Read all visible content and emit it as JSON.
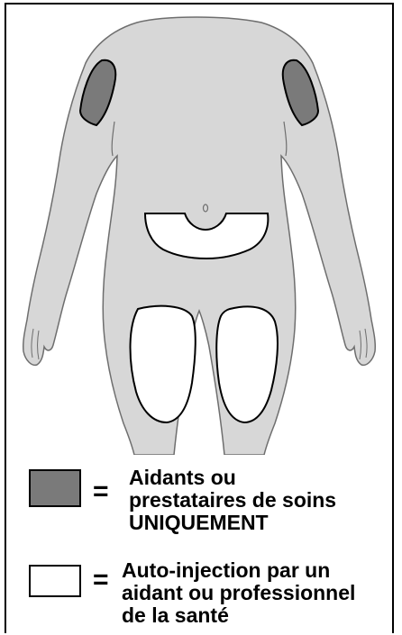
{
  "colors": {
    "body_fill": "#d7d7d7",
    "body_outline": "#6e6e6e",
    "caregiver_only_fill": "#7a7a7a",
    "self_injection_fill": "#ffffff",
    "outline": "#000000"
  },
  "figure": {
    "zones": [
      {
        "name": "left-upper-arm",
        "type": "caregiver_only"
      },
      {
        "name": "right-upper-arm",
        "type": "caregiver_only"
      },
      {
        "name": "abdomen",
        "type": "self_injection"
      },
      {
        "name": "left-thigh",
        "type": "self_injection"
      },
      {
        "name": "right-thigh",
        "type": "self_injection"
      }
    ]
  },
  "legend": {
    "caregiver_only": {
      "symbol": "=",
      "text": "Aidants ou\nprestataires de soins\nUNIQUEMENT"
    },
    "self_injection": {
      "symbol": "=",
      "text": "Auto-injection par un\naidant ou professionnel\nde la santé"
    }
  }
}
